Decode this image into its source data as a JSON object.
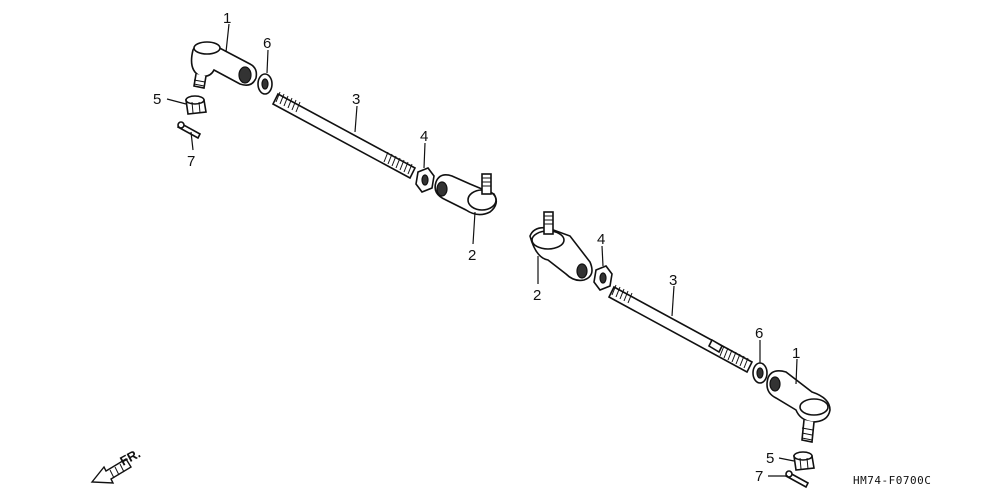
{
  "callouts": {
    "upper_1": "1",
    "upper_6": "6",
    "upper_5": "5",
    "upper_7": "7",
    "upper_3": "3",
    "upper_4": "4",
    "upper_2": "2",
    "lower_2": "2",
    "lower_4": "4",
    "lower_3": "3",
    "lower_6": "6",
    "lower_1": "1",
    "lower_5": "5",
    "lower_7": "7"
  },
  "direction_label": "FR.",
  "diagram_code": "HM74-F0700C"
}
